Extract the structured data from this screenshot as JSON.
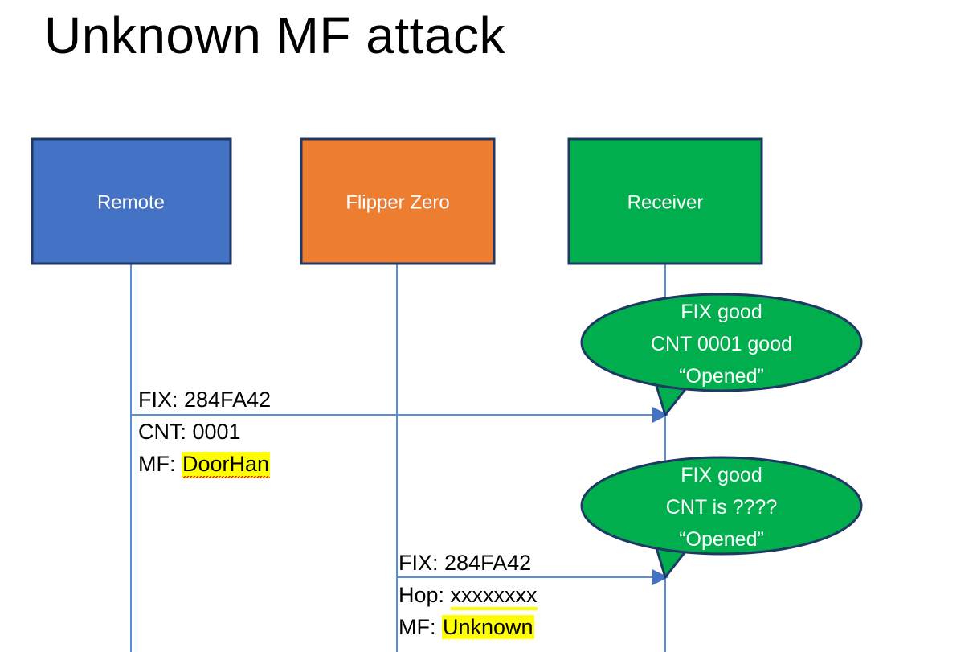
{
  "slide": {
    "title": "Unknown MF attack",
    "background_color": "#FFFFFF"
  },
  "colors": {
    "remote_fill": "#4472C4",
    "flipper_fill": "#ED7D31",
    "receiver_fill": "#00AE4D",
    "box_stroke": "#1F3864",
    "lifeline": "#5B8FD4",
    "arrow": "#4472C4",
    "highlight": "#FFFF00",
    "spellcheck_underline": "#E02020",
    "label_text": "#FFFFFF",
    "body_text": "#000000"
  },
  "actors": [
    {
      "id": "remote",
      "label": "Remote",
      "fill_key": "remote_fill"
    },
    {
      "id": "flipper",
      "label": "Flipper Zero",
      "fill_key": "flipper_fill"
    },
    {
      "id": "receiver",
      "label": "Receiver",
      "fill_key": "receiver_fill"
    }
  ],
  "messages": [
    {
      "id": "msg-1",
      "from": "remote",
      "to": "receiver",
      "lines": [
        {
          "prefix": "FIX: ",
          "value": "284FA42",
          "highlight": false,
          "spellcheck": false
        },
        {
          "prefix": "CNT: ",
          "value": "0001",
          "highlight": false,
          "spellcheck": false
        },
        {
          "prefix": "MF: ",
          "value": "DoorHan",
          "highlight": true,
          "spellcheck": true
        }
      ]
    },
    {
      "id": "msg-2",
      "from": "flipper",
      "to": "receiver",
      "lines": [
        {
          "prefix": "FIX: ",
          "value": "284FA42",
          "highlight": false,
          "spellcheck": false
        },
        {
          "prefix": "Hop: ",
          "value": "xxxxxxxx",
          "highlight": false,
          "spellcheck": true
        },
        {
          "prefix": "MF: ",
          "value": "Unknown",
          "highlight": true,
          "spellcheck": false
        }
      ]
    }
  ],
  "bubbles": [
    {
      "id": "bubble-1",
      "for_message": "msg-1",
      "lines": [
        "FIX good",
        "CNT 0001 good",
        "“Opened”"
      ]
    },
    {
      "id": "bubble-2",
      "for_message": "msg-2",
      "lines": [
        "FIX good",
        "CNT is ????",
        "“Opened”"
      ]
    }
  ]
}
